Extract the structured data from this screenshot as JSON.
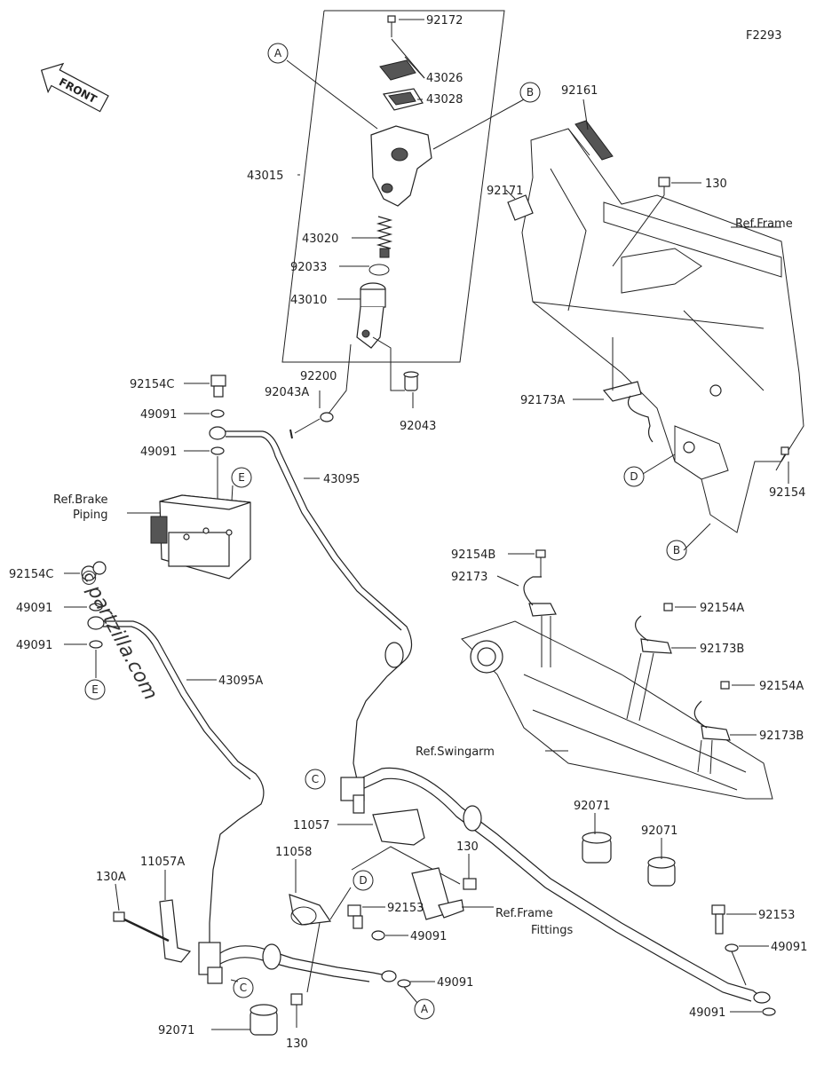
{
  "figure_code": "F2293",
  "front_label": "FRONT",
  "watermark": "©partzilla.com",
  "callouts": {
    "A": "A",
    "B": "B",
    "C": "C",
    "D": "D",
    "E": "E"
  },
  "parts": {
    "p92172": "92172",
    "p43026": "43026",
    "p43028": "43028",
    "p43015": "43015",
    "p43020": "43020",
    "p92033": "92033",
    "p43010": "43010",
    "p92200": "92200",
    "p92043A": "92043A",
    "p92043": "92043",
    "p92154C_top": "92154C",
    "p49091_a": "49091",
    "p49091_b": "49091",
    "p43095": "43095",
    "ref_brake_1": "Ref.Brake",
    "ref_brake_2": "Piping",
    "p92154C_left": "92154C",
    "p49091_c": "49091",
    "p49091_d": "49091",
    "p43095A": "43095A",
    "p92161": "92161",
    "p130_top": "130",
    "ref_frame": "Ref.Frame",
    "p92171": "92171",
    "p92173A": "92173A",
    "p92154": "92154",
    "p92154B": "92154B",
    "p92173": "92173",
    "p92154A_1": "92154A",
    "p92173B_1": "92173B",
    "p92154A_2": "92154A",
    "p92173B_2": "92173B",
    "ref_swingarm": "Ref.Swingarm",
    "p92071_1": "92071",
    "p92071_2": "92071",
    "p11057": "11057",
    "p130_mid": "130",
    "ref_frame_fit_1": "Ref.Frame",
    "ref_frame_fit_2": "Fittings",
    "p92153_right": "92153",
    "p49091_e": "49091",
    "p49091_f": "49091",
    "p11058": "11058",
    "p11057A": "11057A",
    "p130A": "130A",
    "p92153_mid": "92153",
    "p49091_g": "49091",
    "p49091_h": "49091",
    "p92071_3": "92071",
    "p130_bot": "130"
  }
}
